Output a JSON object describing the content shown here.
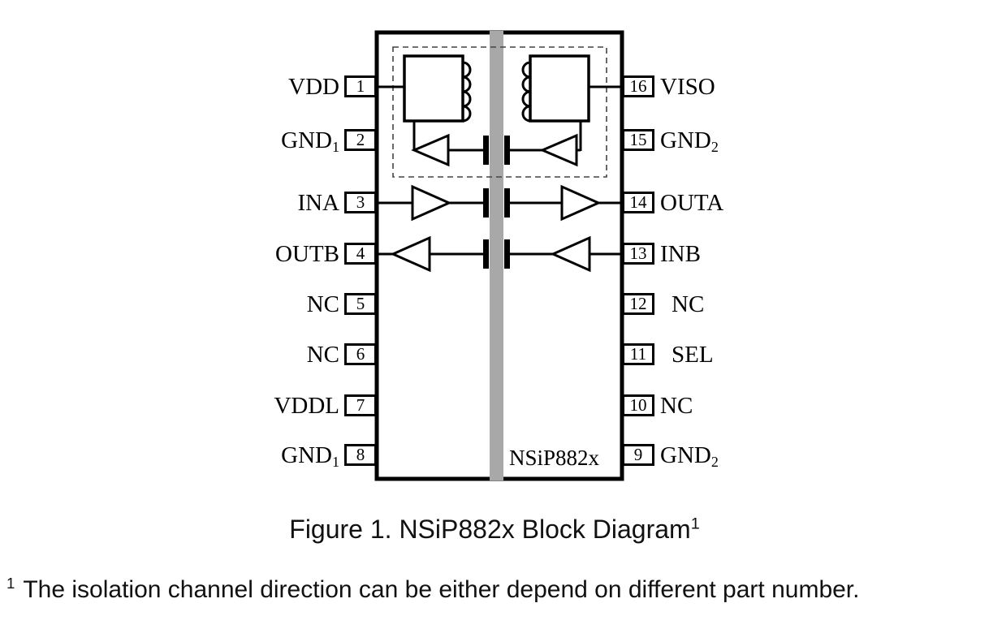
{
  "diagram": {
    "chip_label": "NSiP882x",
    "isolation_barrier_color": "#a8a8a8",
    "pins": {
      "left": [
        {
          "num": "1",
          "label": "VDD",
          "sub": ""
        },
        {
          "num": "2",
          "label": "GND",
          "sub": "1"
        },
        {
          "num": "3",
          "label": "INA",
          "sub": ""
        },
        {
          "num": "4",
          "label": "OUTB",
          "sub": ""
        },
        {
          "num": "5",
          "label": "NC",
          "sub": ""
        },
        {
          "num": "6",
          "label": "NC",
          "sub": ""
        },
        {
          "num": "7",
          "label": "VDDL",
          "sub": ""
        },
        {
          "num": "8",
          "label": "GND",
          "sub": "1"
        }
      ],
      "right": [
        {
          "num": "16",
          "label": "VISO",
          "sub": ""
        },
        {
          "num": "15",
          "label": "GND",
          "sub": "2"
        },
        {
          "num": "14",
          "label": "OUTA",
          "sub": ""
        },
        {
          "num": "13",
          "label": "INB",
          "sub": ""
        },
        {
          "num": "12",
          "label": "NC",
          "sub": ""
        },
        {
          "num": "11",
          "label": "SEL",
          "sub": ""
        },
        {
          "num": "10",
          "label": "NC",
          "sub": ""
        },
        {
          "num": "9",
          "label": "GND",
          "sub": "2"
        }
      ]
    }
  },
  "caption": {
    "text": "Figure 1. NSiP882x Block Diagram",
    "sup": "1"
  },
  "footnote": {
    "sup": "1",
    "text": "The isolation channel direction can be either depend on different part number."
  }
}
